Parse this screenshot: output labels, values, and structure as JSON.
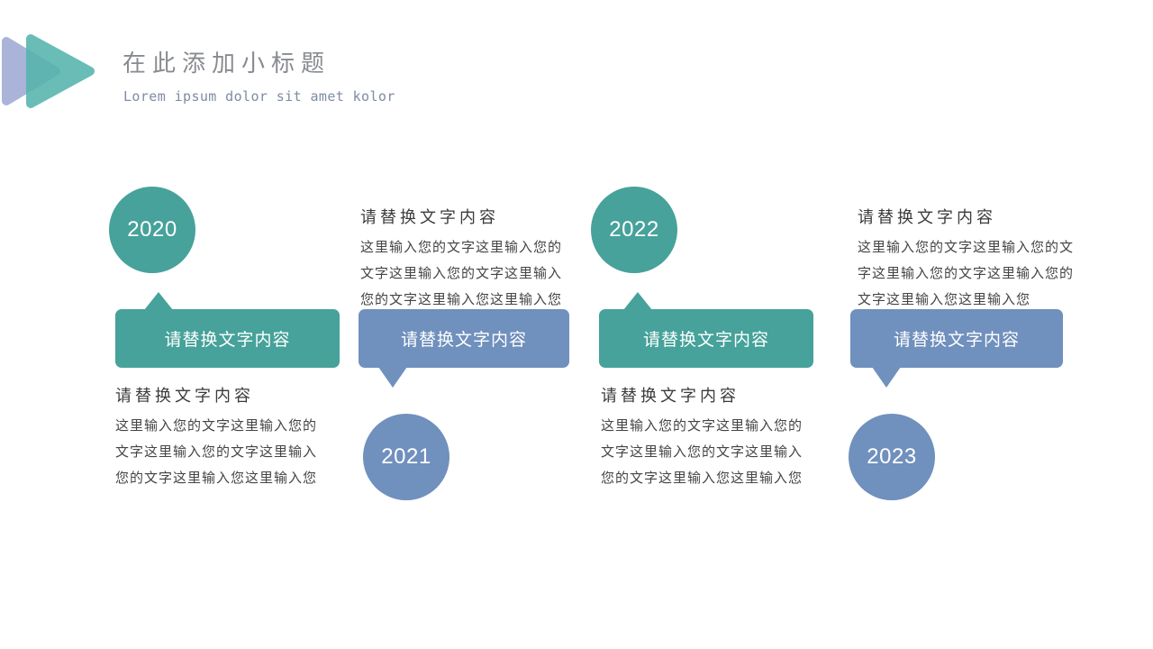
{
  "header": {
    "title": "在此添加小标题",
    "subtitle": "Lorem ipsum dolor sit amet kolor"
  },
  "colors": {
    "teal": "#46a29a",
    "blue": "#7090bd",
    "logo_blue": "#a6b1d8",
    "logo_teal": "#55b5ad",
    "title_gray": "#888b90",
    "subtitle_gray": "#7f8ba3",
    "heading_gray": "#3b3b3b",
    "body_gray": "#444444",
    "callout_text": "#ffffff",
    "background": "#ffffff"
  },
  "milestones": [
    {
      "year": "2020",
      "theme": "teal",
      "circle_position": "top",
      "box_label": "请替换文字内容",
      "text_title": "请替换文字内容",
      "text_lines": [
        "这里输入您的文字这里输入您的",
        "文字这里输入您的文字这里输入",
        "您的文字这里输入您这里输入您"
      ]
    },
    {
      "year": "2021",
      "theme": "blue",
      "circle_position": "bottom",
      "box_label": "请替换文字内容",
      "text_title": "请替换文字内容",
      "text_lines": [
        "这里输入您的文字这里输入您的",
        "文字这里输入您的文字这里输入",
        "您的文字这里输入您这里输入您"
      ]
    },
    {
      "year": "2022",
      "theme": "teal",
      "circle_position": "top",
      "box_label": "请替换文字内容",
      "text_title": "请替换文字内容",
      "text_lines": [
        "这里输入您的文字这里输入您的",
        "文字这里输入您的文字这里输入",
        "您的文字这里输入您这里输入您"
      ]
    },
    {
      "year": "2023",
      "theme": "blue",
      "circle_position": "bottom",
      "box_label": "请替换文字内容",
      "text_title": "请替换文字内容",
      "text_lines": [
        "这里输入您的文字这里输入您的文",
        "字这里输入您的文字这里输入您的",
        "文字这里输入您这里输入您"
      ]
    }
  ]
}
